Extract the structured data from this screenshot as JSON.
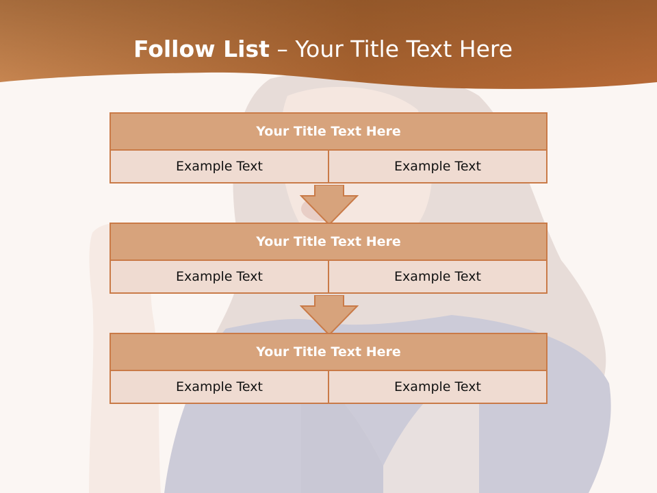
{
  "slide": {
    "title_bold": "Follow List",
    "title_rest": " – Your Title Text Here",
    "steps": [
      {
        "title": "Your Title Text Here",
        "left": "Example Text",
        "right": "Example Text"
      },
      {
        "title": "Your Title Text Here",
        "left": "Example Text",
        "right": "Example Text"
      },
      {
        "title": "Your Title Text Here",
        "left": "Example Text",
        "right": "Example Text"
      }
    ]
  },
  "colors": {
    "header": "#b86a37",
    "box_title": "#d7a37c",
    "box_cell": "#efdbd1",
    "border": "#c97a47",
    "background": "#fbf6f3"
  }
}
